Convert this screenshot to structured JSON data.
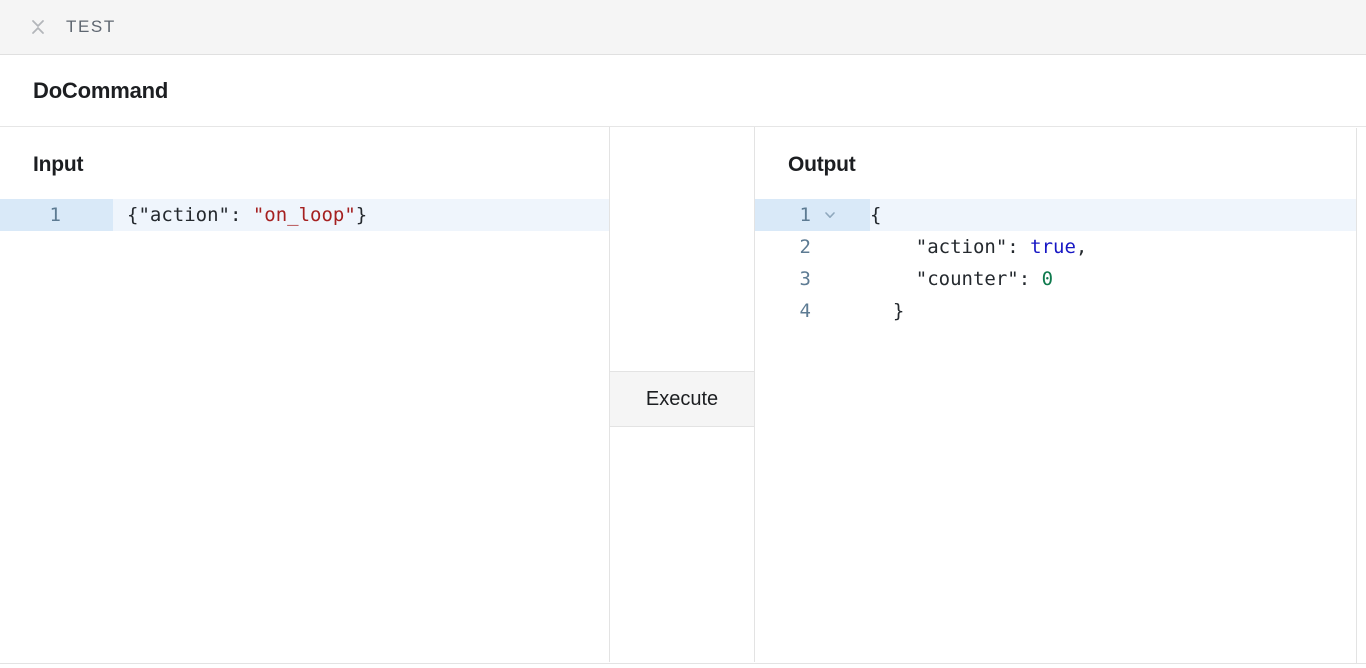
{
  "test_bar": {
    "collapse_icon": "collapse-vertical-icon",
    "label": "TEST"
  },
  "command": {
    "title": "DoCommand"
  },
  "input_panel": {
    "heading": "Input",
    "editor": {
      "lines": [
        {
          "number": "1",
          "active": true,
          "tokens": [
            {
              "text": "{\"action\": ",
              "type": "plain"
            },
            {
              "text": "\"on_loop\"",
              "type": "string"
            },
            {
              "text": "}",
              "type": "plain"
            }
          ]
        }
      ]
    }
  },
  "middle_panel": {
    "execute_label": "Execute"
  },
  "output_panel": {
    "heading": "Output",
    "editor": {
      "lines": [
        {
          "number": "1",
          "active": true,
          "foldable": true,
          "fold_icon": "chevron-down-icon",
          "tokens": [
            {
              "text": "{",
              "type": "plain"
            }
          ]
        },
        {
          "number": "2",
          "active": false,
          "foldable": false,
          "tokens": [
            {
              "text": "    \"action\": ",
              "type": "plain"
            },
            {
              "text": "true",
              "type": "boolean"
            },
            {
              "text": ",",
              "type": "plain"
            }
          ]
        },
        {
          "number": "3",
          "active": false,
          "foldable": false,
          "tokens": [
            {
              "text": "    \"counter\": ",
              "type": "plain"
            },
            {
              "text": "0",
              "type": "number"
            }
          ]
        },
        {
          "number": "4",
          "active": false,
          "foldable": false,
          "tokens": [
            {
              "text": "  }",
              "type": "plain"
            }
          ]
        }
      ]
    }
  },
  "colors": {
    "bar_background": "#f5f5f5",
    "border": "#e3e3e3",
    "active_gutter": "#d9e9f8",
    "active_line": "#eff5fc",
    "gutter_text": "#5d7b93",
    "string_red": "#a52020",
    "boolean_blue": "#1717c4",
    "number_green": "#0f7a4d",
    "text": "#24292e"
  }
}
